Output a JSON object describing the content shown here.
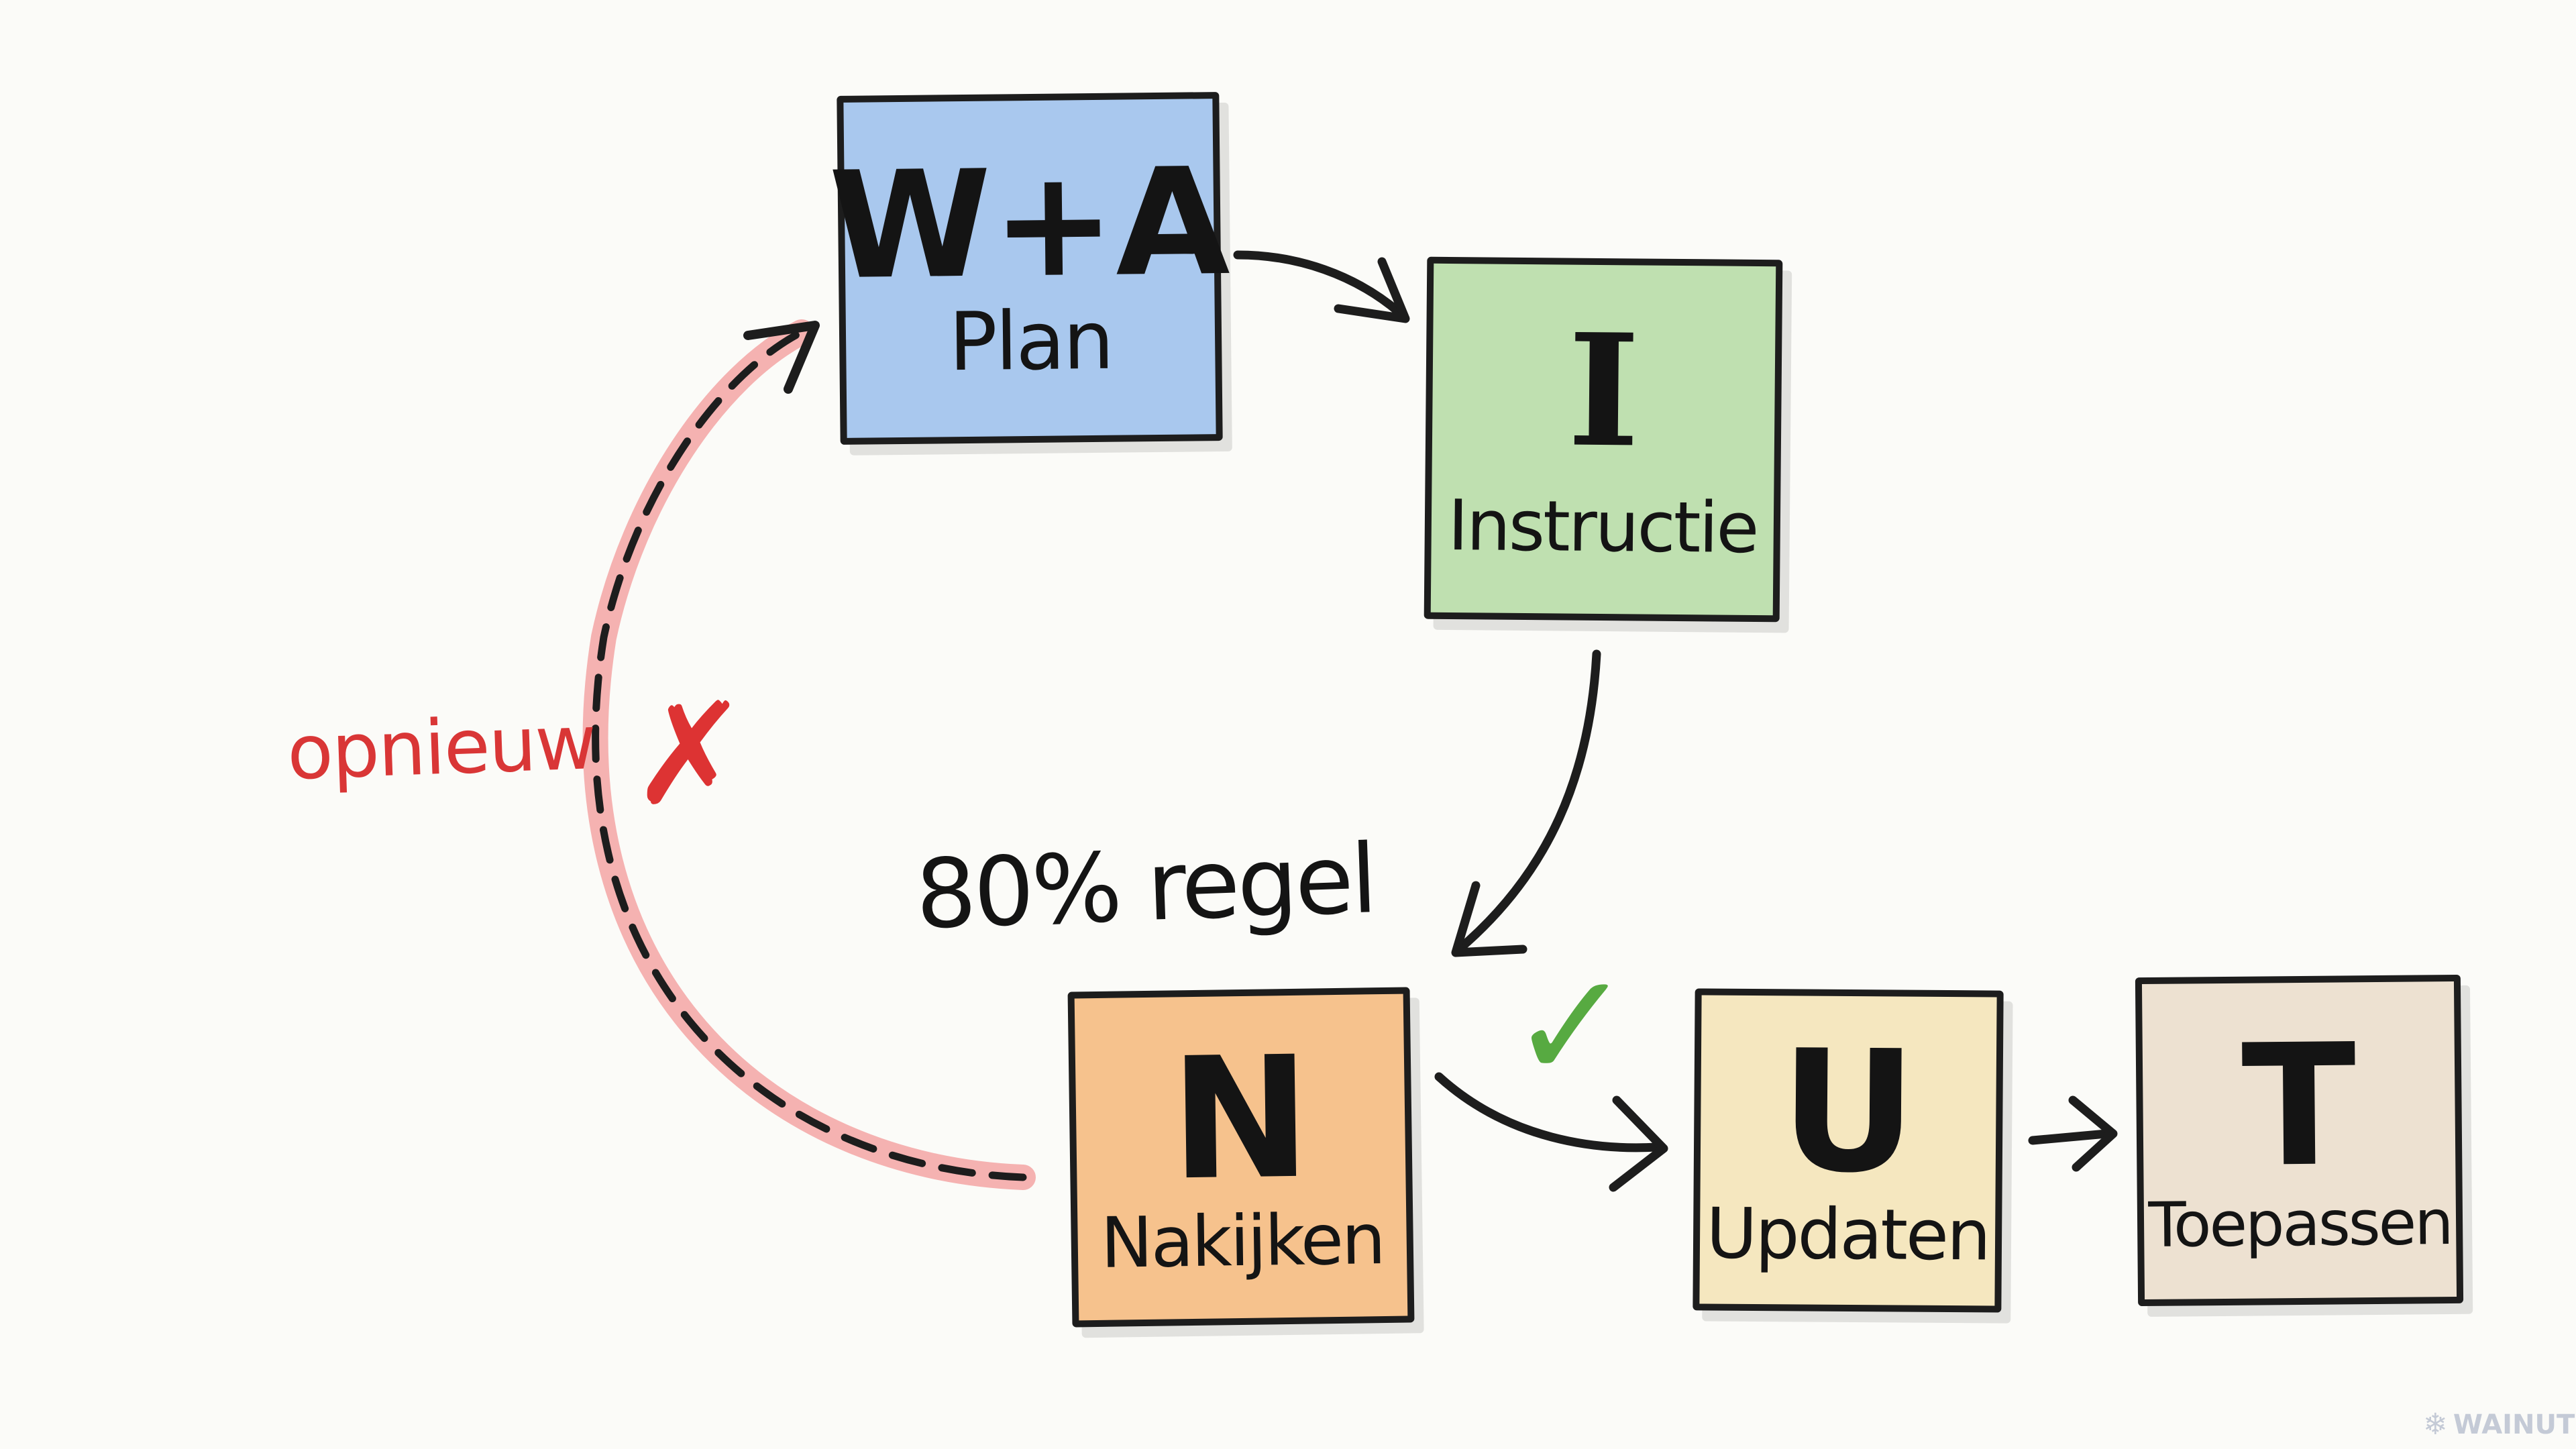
{
  "cards": [
    {
      "id": "wa",
      "letter": "W+A",
      "word": "Plan",
      "color": "#a9c8ee"
    },
    {
      "id": "i",
      "letter": "I",
      "word": "Instructie",
      "color": "#bfe0b0"
    },
    {
      "id": "n",
      "letter": "N",
      "word": "Nakijken",
      "color": "#f6c28d"
    },
    {
      "id": "u",
      "letter": "U",
      "word": "Updaten",
      "color": "#f5e7bf"
    },
    {
      "id": "t",
      "letter": "T",
      "word": "Toepassen",
      "color": "#ede1d1"
    }
  ],
  "notes": {
    "regel": "80% regel",
    "opnieuw": "opnieuw"
  },
  "marks": {
    "fail_icon": "cross-icon",
    "fail_color": "#dd3333",
    "pass_icon": "checkmark-icon",
    "pass_color": "#57aa41"
  },
  "loop_color": "#f3a5a5",
  "watermark": "WAINUT"
}
